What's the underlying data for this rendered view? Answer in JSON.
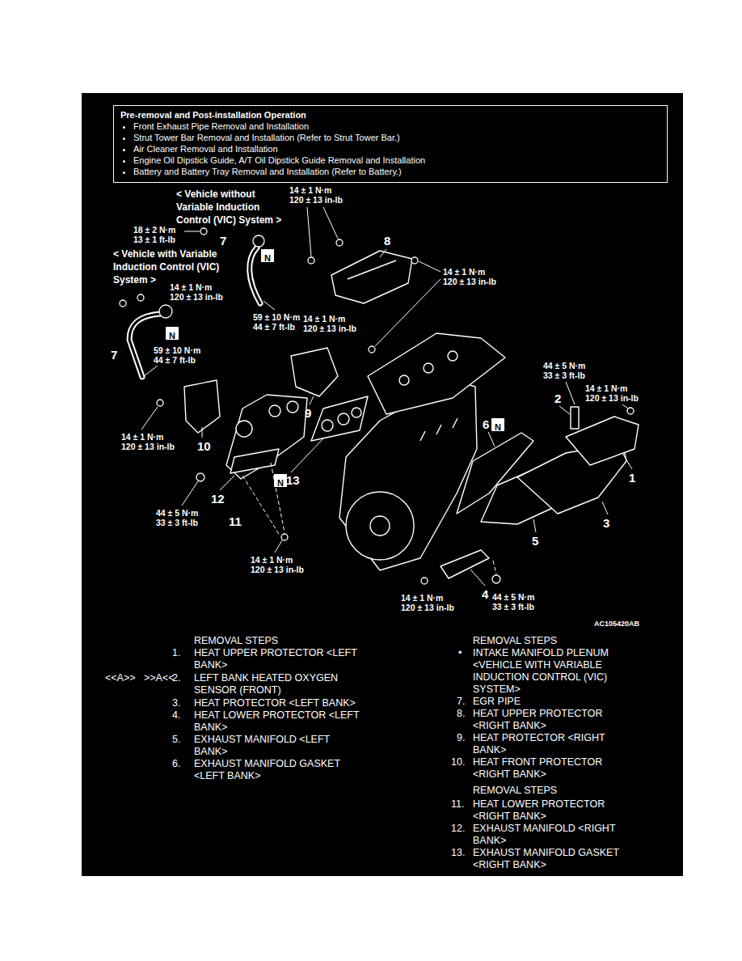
{
  "diagram": {
    "nodes": [
      {
        "text": [
          "Pre-removal and Post-installation Operation",
          "Front Exhaust Pipe Removal and Installation",
          "Strut Tower Bar Removal and Installation (Refer to Strut Tower Bar.)",
          "Air Cleaner Removal and Installation",
          "Engine Oil Dipstick Guide, A/T Oil Dipstick Guide Removal and Installation",
          "Battery and Battery Tray Removal and Installation (Refer to Battery.)"
        ]
      },
      {
        "text": [
          "N"
        ]
      },
      {
        "text": [
          "N"
        ]
      },
      {
        "text": [
          "N"
        ]
      },
      {
        "text": [
          "N"
        ]
      }
    ],
    "labels": [
      "< Vehicle without Variable Induction Control (VIC) System >",
      "14 ± 1 N·m",
      "120 ± 13 in-lb",
      "18 ± 2 N·m",
      "13 ± 1 ft-lb",
      "7",
      "8",
      "< Vehicle with Variable Induction Control (VIC) System >",
      "14 ± 1 N·m",
      "120 ± 13 in-lb",
      "14 ± 1 N·m",
      "120 ± 13 in-lb",
      "59 ± 10 N·m",
      "44 ± 7 ft-lb",
      "14 ± 1 N·m",
      "120 ± 13 in-lb",
      "7",
      "59 ± 10 N·m",
      "44 ± 7 ft-lb",
      "44 ± 5 N·m",
      "33 ± 3 ft-lb",
      "14 ± 1 N·m",
      "120 ± 13 in-lb",
      "2",
      "9",
      "14 ± 1 N·m",
      "120 ± 13 in-lb",
      "10",
      "6",
      "1",
      "12",
      "13",
      "44 ± 5 N·m",
      "33 ± 3 ft-lb",
      "11",
      "3",
      "5",
      "14 ± 1 N·m",
      "120 ± 13 in-lb",
      "4",
      "14 ± 1 N·m",
      "120 ± 13 in-lb",
      "44 ± 5 N·m",
      "33 ± 3 ft-lb",
      "AC105420AB",
      "REMOVAL STEPS",
      "1.",
      "HEAT UPPER PROTECTOR <LEFT BANK>",
      "<<A>>",
      ">>A<<",
      "2.",
      "LEFT BANK HEATED OXYGEN SENSOR (FRONT)",
      "3.",
      "HEAT PROTECTOR <LEFT BANK>",
      "4.",
      "HEAT LOWER PROTECTOR <LEFT BANK>",
      "5.",
      "EXHAUST MANIFOLD <LEFT BANK>",
      "6.",
      "EXHAUST MANIFOLD GASKET <LEFT BANK>",
      "REMOVAL STEPS",
      "•",
      "INTAKE MANIFOLD PLENUM <VEHICLE WITH VARIABLE INDUCTION CONTROL (VIC) SYSTEM>",
      "7.",
      "EGR PIPE",
      "8.",
      "HEAT UPPER PROTECTOR <RIGHT BANK>",
      "9.",
      "HEAT PROTECTOR <RIGHT BANK>",
      "10.",
      "HEAT FRONT PROTECTOR <RIGHT BANK>",
      "REMOVAL STEPS",
      "11.",
      "HEAT LOWER PROTECTOR <RIGHT BANK>",
      "12.",
      "EXHAUST MANIFOLD <RIGHT BANK>",
      "13.",
      "EXHAUST MANIFOLD GASKET <RIGHT BANK>"
    ]
  }
}
